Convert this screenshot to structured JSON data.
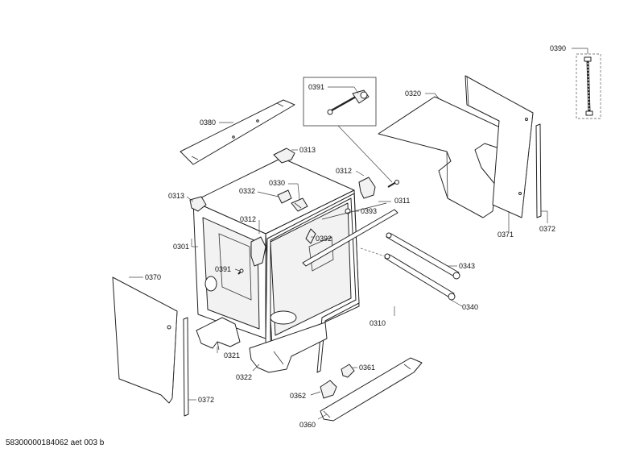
{
  "labels": {
    "p0390": "0390",
    "p0391_box": "0391",
    "p0320": "0320",
    "p0380": "0380",
    "p0313_top": "0313",
    "p0312_right": "0312",
    "p0313_left": "0313",
    "p0332": "0332",
    "p0330": "0330",
    "p0311": "0311",
    "p0393": "0393",
    "p0312_left": "0312",
    "p0392": "0392",
    "p0301": "0301",
    "p0391_left": "0391",
    "p0343": "0343",
    "p0340": "0340",
    "p0371": "0371",
    "p0372_right": "0372",
    "p0370": "0370",
    "p0310": "0310",
    "p0321": "0321",
    "p0322": "0322",
    "p0361": "0361",
    "p0362": "0362",
    "p0360": "0360",
    "p0372_left": "0372"
  },
  "footer": {
    "code": "58300000184062 aet 003 b"
  }
}
